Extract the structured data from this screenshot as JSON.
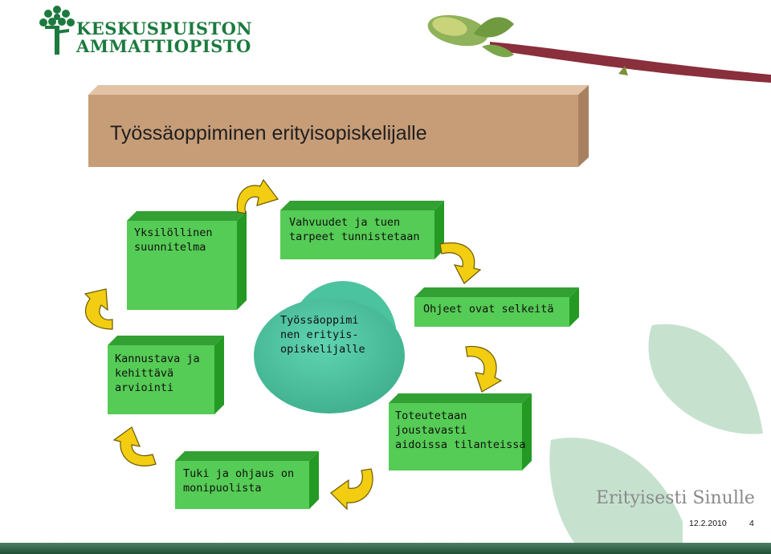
{
  "logo": {
    "line1": "KESKUSPUISTON",
    "line2": "AMMATTIOPISTO"
  },
  "title": "Työssäoppiminen erityisopiskelijalle",
  "center": {
    "lines": [
      "Työssäoppimi",
      "nen erityis-",
      "opiskelijalle"
    ]
  },
  "steps": [
    {
      "lines": [
        "Yksilöllinen",
        "suunnitelma"
      ]
    },
    {
      "lines": [
        "Vahvuudet ja tuen",
        "tarpeet tunnistetaan"
      ]
    },
    {
      "lines": [
        "Ohjeet ovat selkeitä"
      ]
    },
    {
      "lines": [
        "Toteutetaan",
        "joustavasti",
        "aidoissa tilanteissa"
      ]
    },
    {
      "lines": [
        "Tuki ja ohjaus on",
        "monipuolista"
      ]
    },
    {
      "lines": [
        "Kannustava ja",
        "kehittävä",
        "arviointi"
      ]
    }
  ],
  "footer": {
    "slogan": "Erityisesti Sinulle",
    "date": "12.2.2010",
    "page": "4"
  },
  "colors": {
    "box_front": "#55cc55",
    "box_top": "#33a033",
    "box_side": "#249a24",
    "circle": "#52c3a4",
    "arrow": "#f2cd12",
    "title_box": "#c79d78",
    "logo": "#1c7a3e",
    "leaf": "#c6e2cf"
  }
}
